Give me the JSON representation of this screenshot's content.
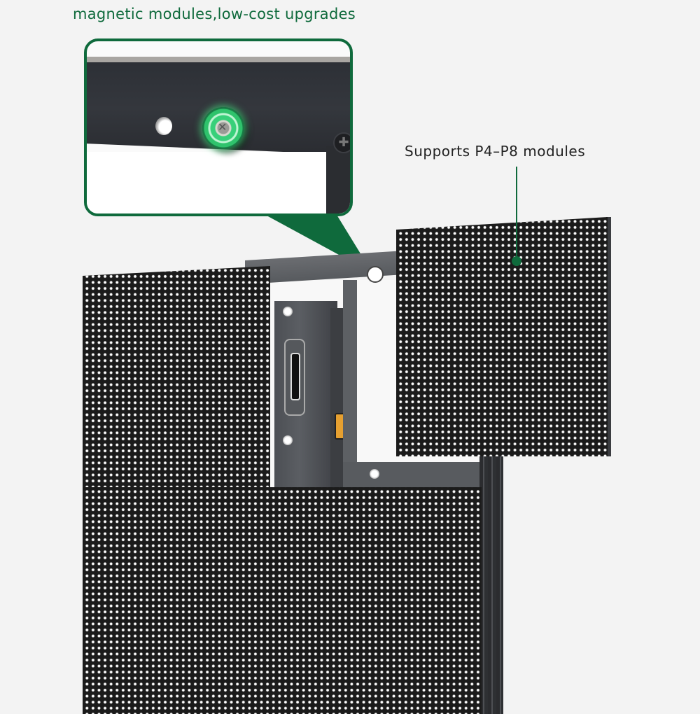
{
  "captions": {
    "top": "magnetic modules,low-cost upgrades",
    "right": "Supports P4–P8 modules"
  },
  "colors": {
    "accent_green": "#0f6a3c",
    "background": "#f3f3f3",
    "magnet_glow": "#38d07a",
    "led_panel": "#1b1b1b"
  },
  "callout": {
    "subject": "magnetic mount detail",
    "icons": [
      "magnet-icon",
      "screw-icon",
      "hole-icon"
    ]
  },
  "product": {
    "left_panel": "led-cabinet-panel",
    "right_module": "detached-led-module",
    "parts": [
      "top-rail",
      "power-box",
      "signal-connector",
      "side-box",
      "gold-connector",
      "bottom-rail",
      "stacked-cabinet-edges"
    ]
  }
}
